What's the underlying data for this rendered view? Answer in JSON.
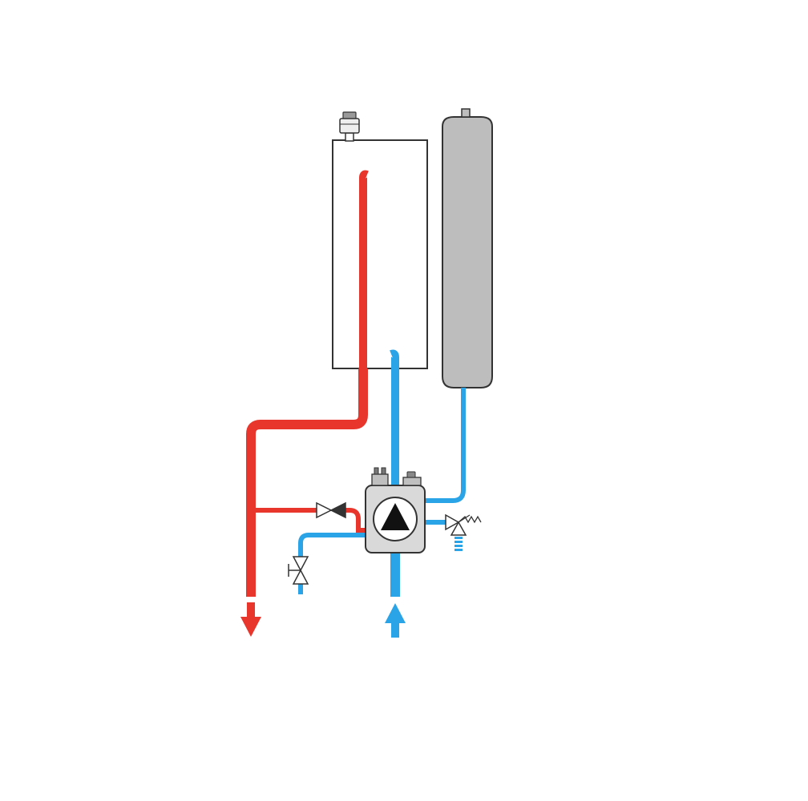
{
  "diagram": {
    "components": [
      {
        "id": "boiler",
        "label": "boiler-tank"
      },
      {
        "id": "air_vent",
        "label": "automatic-air-vent"
      },
      {
        "id": "expansion_vessel",
        "label": "expansion-vessel"
      },
      {
        "id": "pump_block",
        "label": "circulation-pump-block"
      },
      {
        "id": "check_valve",
        "label": "check-valve"
      },
      {
        "id": "drain_valve",
        "label": "drain-valve"
      },
      {
        "id": "safety_valve",
        "label": "safety-relief-valve"
      }
    ],
    "flows": [
      {
        "id": "supply",
        "direction": "out-down"
      },
      {
        "id": "return",
        "direction": "in-up"
      }
    ]
  },
  "colors": {
    "hot_pipe": "#e8362c",
    "hot_pipe_edge": "#b52a22",
    "cold_pipe": "#2aa4e6",
    "cold_pipe_edge": "#1a7fb8",
    "vessel_fill": "#bdbdbd",
    "pump_fill": "#d9d9d9",
    "outline": "#333333"
  }
}
